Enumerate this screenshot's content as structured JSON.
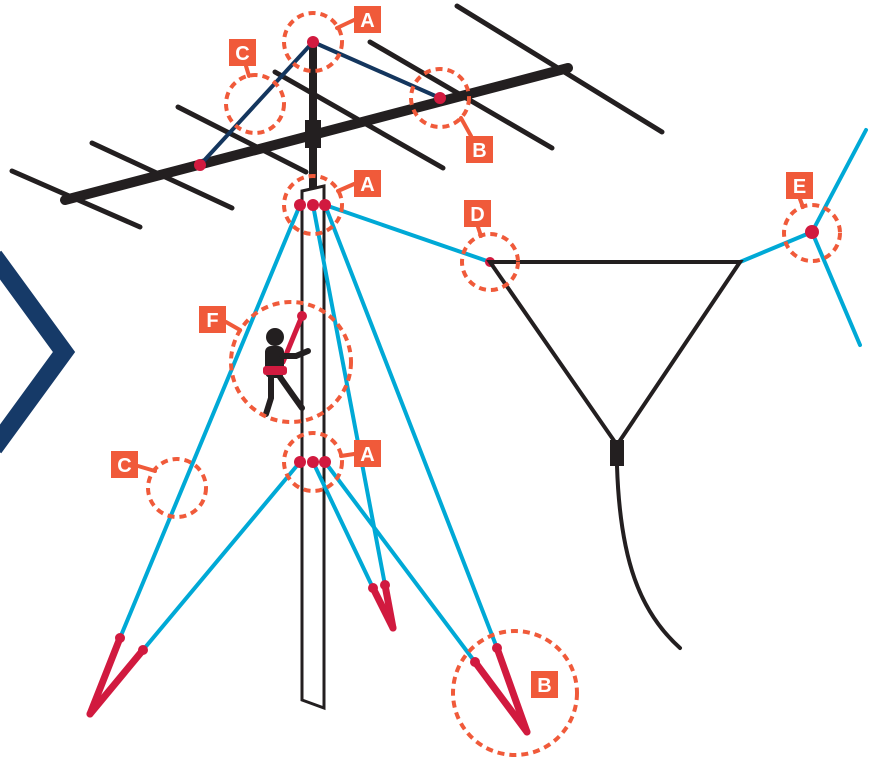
{
  "callouts": [
    {
      "label": "A"
    },
    {
      "label": "C"
    },
    {
      "label": "B"
    },
    {
      "label": "A"
    },
    {
      "label": "D"
    },
    {
      "label": "E"
    },
    {
      "label": "F"
    },
    {
      "label": "C"
    },
    {
      "label": "A"
    },
    {
      "label": "B"
    }
  ],
  "colors": {
    "callout": "#f05a3a",
    "guy": "#00a9d6",
    "anchor": "#d11a3f",
    "truss": "#14365e",
    "structure": "#231f20",
    "chevron": "#163a68"
  }
}
